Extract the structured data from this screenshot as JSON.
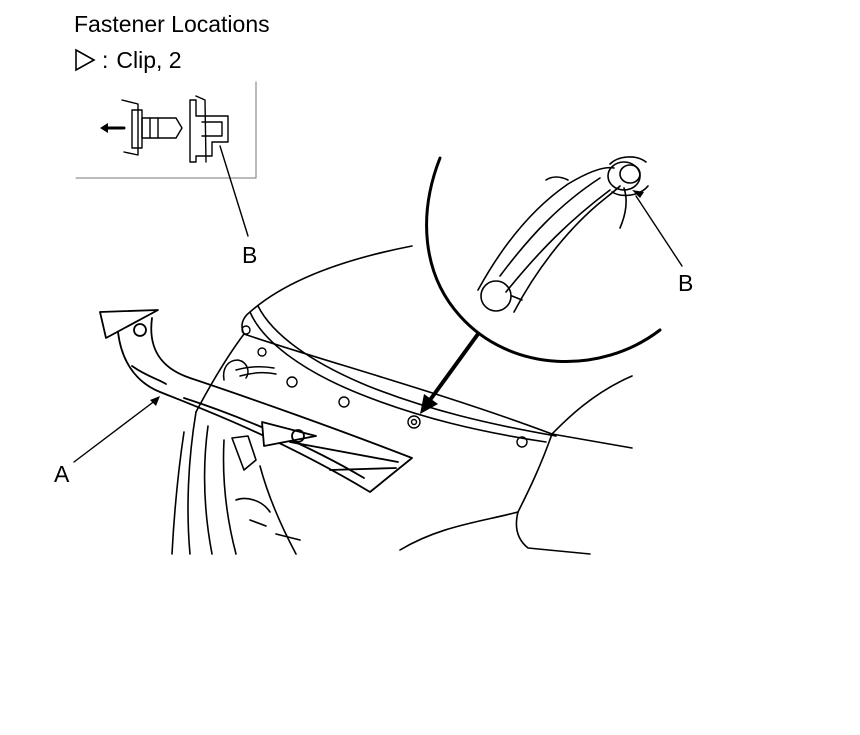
{
  "header": {
    "title": "Fastener Locations",
    "legend_separator": ":",
    "legend_text": "Clip, 2",
    "legend_icon": "clip-triangle-icon"
  },
  "labels": {
    "part_a": "A",
    "clip_b_inset": "B",
    "clip_b_detail": "B"
  },
  "colors": {
    "line": "#000000",
    "background": "#ffffff",
    "inset_frame": "#777777"
  }
}
